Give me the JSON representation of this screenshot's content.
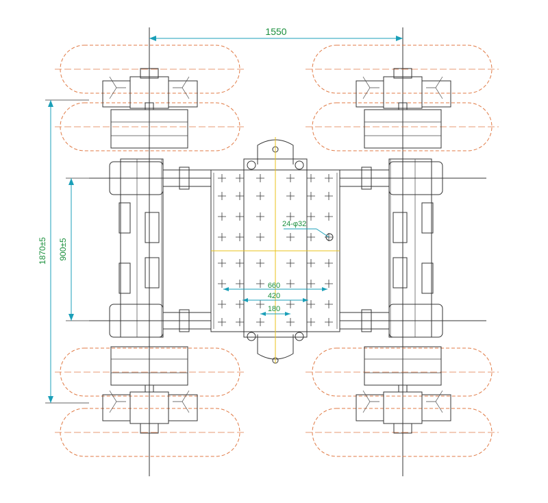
{
  "dimensions": {
    "wheel_track": "1550",
    "overall_length": "1870±5",
    "inner_length": "900±5",
    "hole_pattern_outer": "660",
    "hole_pattern_mid": "420",
    "hole_pattern_inner": "180",
    "holes_note": "24-φ32"
  },
  "colors": {
    "dimension_text": "#1a8f3c",
    "dimension_line": "#1a9fb8",
    "tire_outline": "#e07a45",
    "centerline": "#e8c21a",
    "structure": "#333333"
  }
}
